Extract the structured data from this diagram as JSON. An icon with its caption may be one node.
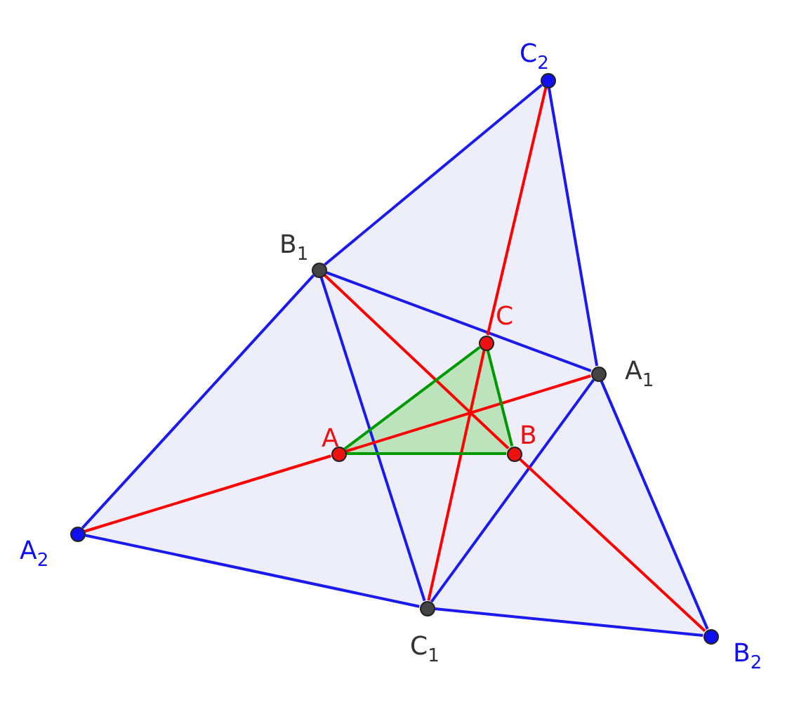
{
  "diagram": {
    "nodes": [
      {
        "text": [],
        "shape": "circle",
        "beside": [
          "C$_{2}$"
        ]
      },
      {
        "text": [],
        "shape": "circle",
        "beside": [
          "B$_{1}$"
        ]
      },
      {
        "text": [],
        "shape": "circle",
        "beside": [
          "C"
        ]
      },
      {
        "text": [],
        "shape": "circle",
        "beside": [
          "A$_{1}$"
        ]
      },
      {
        "text": [],
        "shape": "circle",
        "beside": [
          "A"
        ]
      },
      {
        "text": [],
        "shape": "circle",
        "beside": [
          "B"
        ]
      },
      {
        "text": [],
        "shape": "circle",
        "beside": [
          "A$_{2}$"
        ]
      },
      {
        "text": [],
        "shape": "circle",
        "beside": [
          "C$_{1}$"
        ]
      },
      {
        "text": [],
        "shape": "circle",
        "beside": [
          "B$_{2}$"
        ]
      }
    ],
    "edges": [
      {
        "from": 6,
        "to": 1,
        "arrow": "none"
      },
      {
        "from": 1,
        "to": 0,
        "arrow": "none"
      },
      {
        "from": 0,
        "to": 3,
        "arrow": "none"
      },
      {
        "from": 3,
        "to": 8,
        "arrow": "none"
      },
      {
        "from": 8,
        "to": 7,
        "arrow": "none"
      },
      {
        "from": 7,
        "to": 6,
        "arrow": "none"
      },
      {
        "from": 1,
        "to": 3,
        "arrow": "none"
      },
      {
        "from": 3,
        "to": 7,
        "arrow": "none"
      },
      {
        "from": 7,
        "to": 1,
        "arrow": "none"
      },
      {
        "from": 6,
        "to": 4,
        "arrow": "none",
        "color": "#ff0000"
      },
      {
        "from": 4,
        "to": 3,
        "arrow": "none",
        "color": "#ff0000"
      },
      {
        "from": 1,
        "to": 5,
        "arrow": "none",
        "color": "#ff0000"
      },
      {
        "from": 5,
        "to": 8,
        "arrow": "none",
        "color": "#ff0000"
      },
      {
        "from": 7,
        "to": 2,
        "arrow": "none",
        "color": "#ff0000"
      },
      {
        "from": 2,
        "to": 0,
        "arrow": "none",
        "color": "#ff0000"
      },
      {
        "from": 4,
        "to": 5,
        "arrow": "none",
        "color": "#009900"
      },
      {
        "from": 5,
        "to": 2,
        "arrow": "none",
        "color": "#009900"
      },
      {
        "from": 2,
        "to": 4,
        "arrow": "none",
        "color": "#009900"
      }
    ]
  }
}
